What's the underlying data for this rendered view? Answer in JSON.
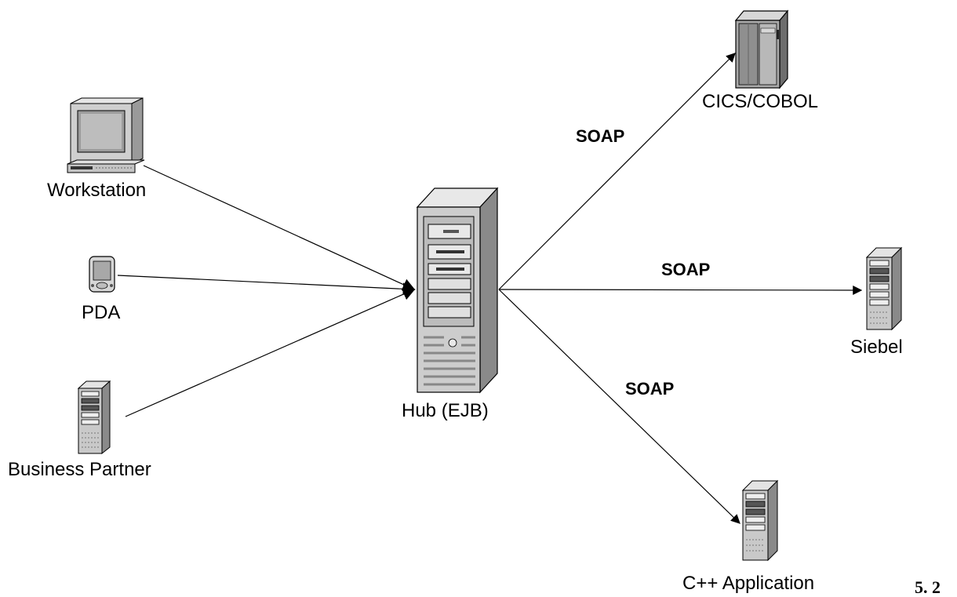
{
  "nodes": {
    "workstation": {
      "label": "Workstation",
      "icon": "workstation-computer-icon"
    },
    "pda": {
      "label": "PDA",
      "icon": "pda-icon"
    },
    "business_partner": {
      "label": "Business Partner",
      "icon": "tower-server-icon"
    },
    "hub": {
      "label": "Hub (EJB)",
      "icon": "large-tower-server-icon"
    },
    "cics": {
      "label": "CICS/COBOL",
      "icon": "mainframe-icon"
    },
    "siebel": {
      "label": "Siebel",
      "icon": "tower-server-icon"
    },
    "cpp": {
      "label": "C++ Application",
      "icon": "tower-server-icon"
    }
  },
  "edges": {
    "hub_cics": "SOAP",
    "hub_siebel": "SOAP",
    "hub_cpp": "SOAP"
  },
  "page_mark": "5. 2",
  "colors": {
    "line": "#000000",
    "device_gray": "#c9c9c9",
    "device_dark": "#7d7d7d",
    "screen": "#a9a9a9"
  }
}
